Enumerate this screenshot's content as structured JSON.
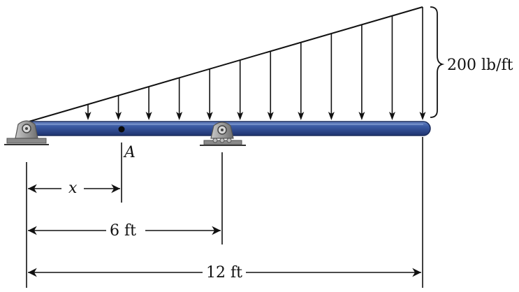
{
  "load": {
    "intensity_label": "200 lb/ft",
    "arrow_count": 12
  },
  "point": {
    "label": "A"
  },
  "dimensions": {
    "x_label": "x",
    "six_label": "6 ft",
    "twelve_label": "12 ft"
  },
  "colors": {
    "beam_fill": "#2f4a8f",
    "beam_highlight": "#5d79b8",
    "beam_edge": "#1c2d5c",
    "support": "#9a9a9a",
    "ink": "#111111"
  }
}
